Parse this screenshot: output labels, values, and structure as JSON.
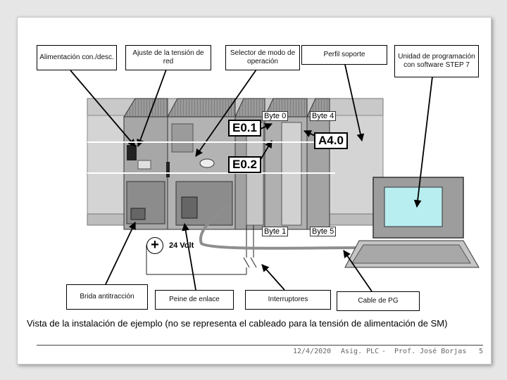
{
  "callouts": {
    "alimentacion": "Alimentación con./desc.",
    "ajuste": "Ajuste de la tensión de red",
    "selector": "Selector de modo de operación",
    "perfil": "Perfil soporte",
    "unidad": "Unidad de programación con software STEP 7",
    "brida": "Brida antitracción",
    "peine": "Peine de enlace",
    "interruptores": "Interruptores",
    "cable": "Cable de PG"
  },
  "tags": {
    "e01": "E0.1",
    "e02": "E0.2",
    "a40": "A4.0"
  },
  "bytes": {
    "b0": "Byte 0",
    "b4": "Byte 4",
    "b1": "Byte 1",
    "b5": "Byte 5"
  },
  "voltage": "24 Volt",
  "caption": "Vista de la instalación de ejemplo (no se representa el cableado para la tensión de alimentación de SM)",
  "footer": {
    "date": "12/4/2020",
    "course": "Asig. PLC",
    "sep": "-",
    "author": "Prof. José Borjas",
    "page": "5"
  },
  "colors": {
    "module_dark": "#7a7a7a",
    "module_mid": "#a9a9a9",
    "rail": "#c4c4c4",
    "screen": "#b8eef0"
  }
}
